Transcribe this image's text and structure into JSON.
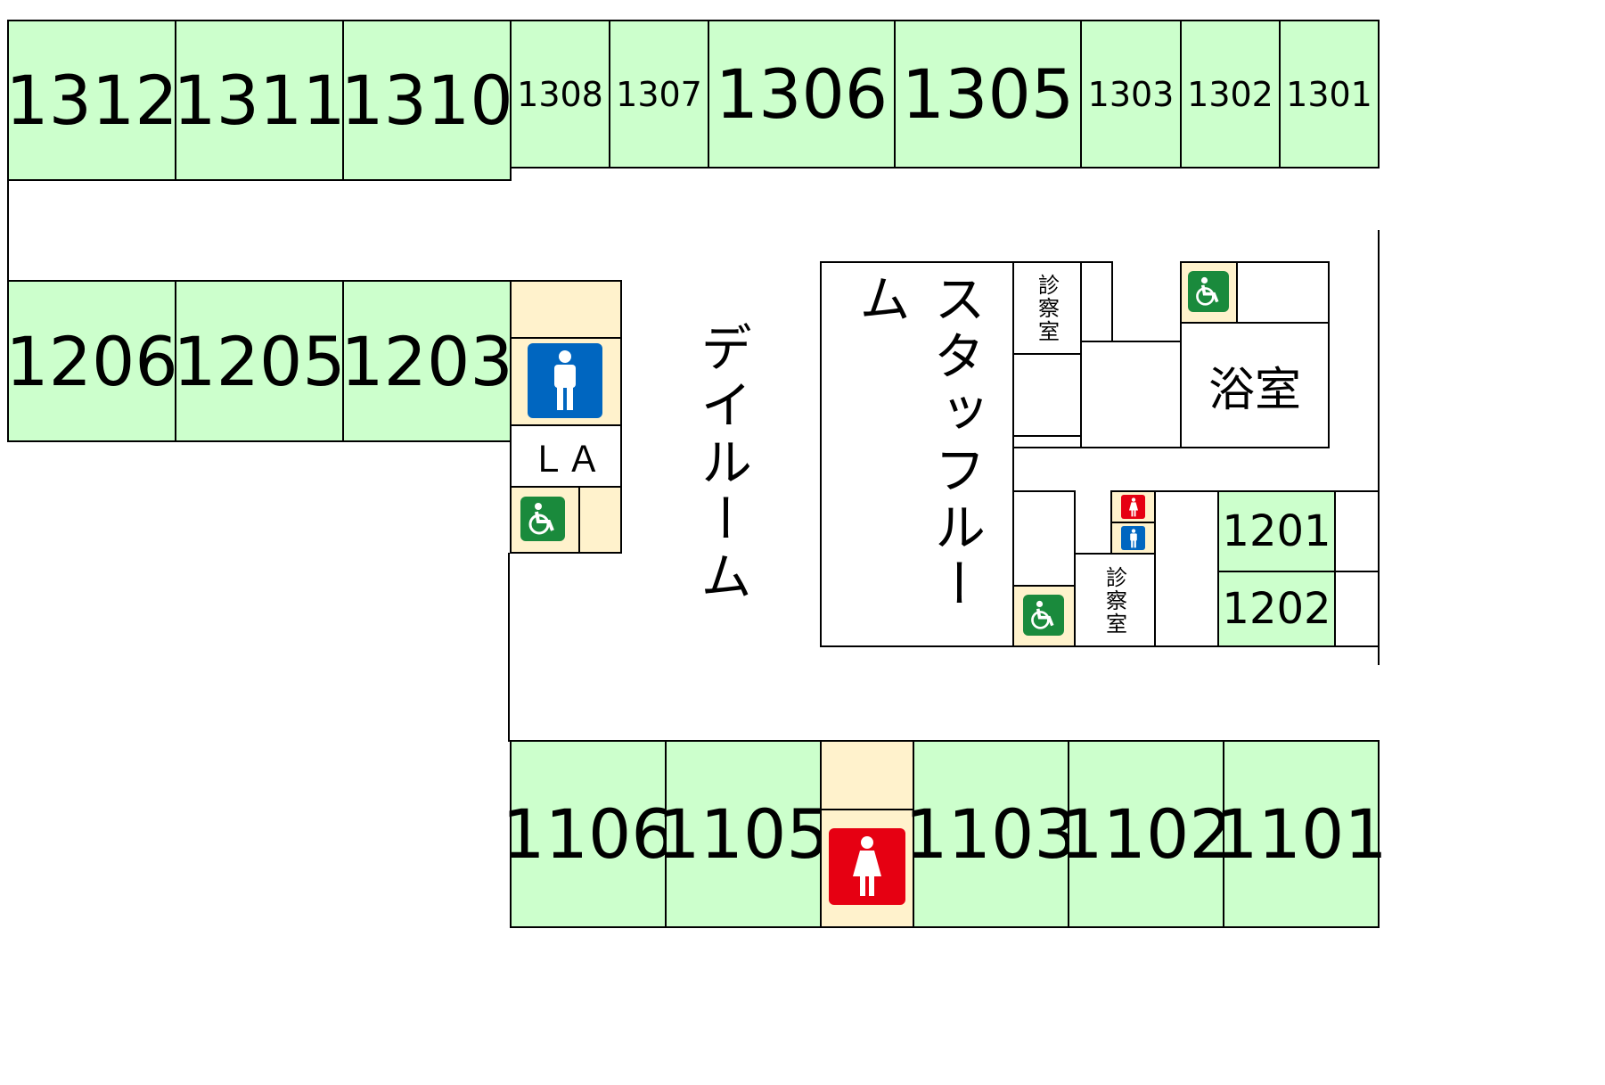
{
  "rooms": {
    "r1312": "1312",
    "r1311": "1311",
    "r1310": "1310",
    "r1308": "1308",
    "r1307": "1307",
    "r1306": "1306",
    "r1305": "1305",
    "r1303": "1303",
    "r1302": "1302",
    "r1301": "1301",
    "r1206": "1206",
    "r1205": "1205",
    "r1203": "1203",
    "r1201": "1201",
    "r1202": "1202",
    "r1106": "1106",
    "r1105": "1105",
    "r1103": "1103",
    "r1102": "1102",
    "r1101": "1101"
  },
  "labels": {
    "day_room": "デイルーム",
    "staff_room": "スタッフルーム",
    "exam_room_1": "診察室",
    "exam_room_2": "診察室",
    "bathroom": "浴室",
    "la": "ＬＡ"
  },
  "icons": {
    "male_toilet": "male-toilet-icon",
    "female_toilet": "female-toilet-icon",
    "accessible_toilet": "wheelchair-icon"
  },
  "colors": {
    "room_fill": "#ccffcc",
    "service_fill": "#fff2cc",
    "male_sign": "#0066c0",
    "female_sign": "#e60012",
    "accessible_sign": "#1a8a3c"
  }
}
